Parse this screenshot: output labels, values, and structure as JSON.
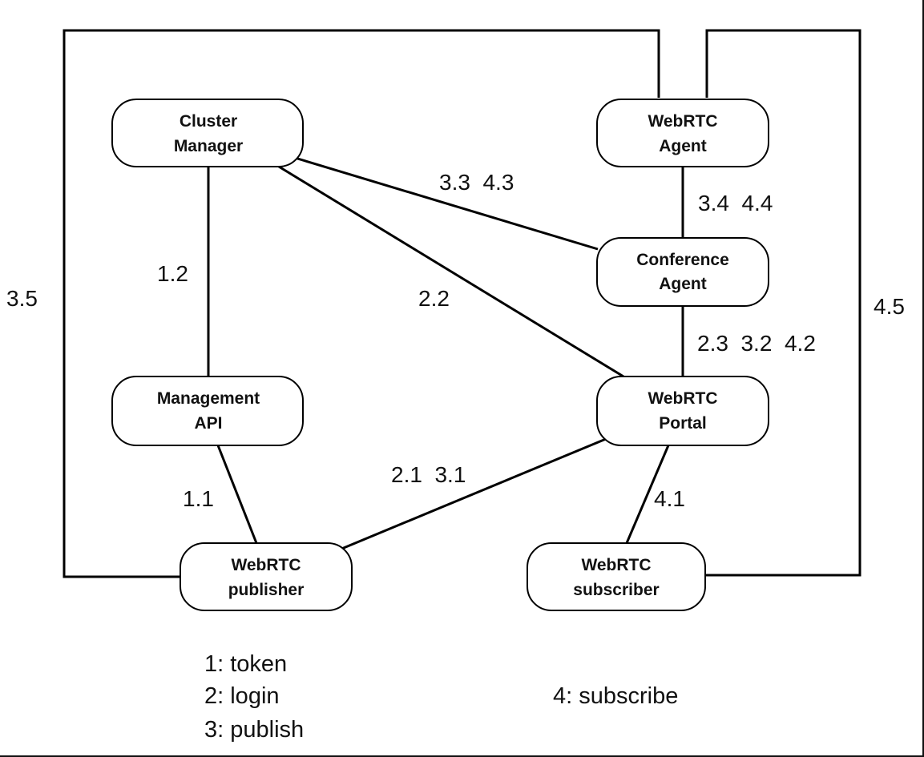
{
  "nodes": {
    "cluster_manager": {
      "line1": "Cluster",
      "line2": "Manager"
    },
    "webrtc_agent": {
      "line1": "WebRTC",
      "line2": "Agent"
    },
    "conference_agent": {
      "line1": "Conference",
      "line2": "Agent"
    },
    "management_api": {
      "line1": "Management",
      "line2": "API"
    },
    "webrtc_portal": {
      "line1": "WebRTC",
      "line2": "Portal"
    },
    "webrtc_publisher": {
      "line1": "WebRTC",
      "line2": "publisher"
    },
    "webrtc_subscriber": {
      "line1": "WebRTC",
      "line2": "subscriber"
    }
  },
  "edge_labels": {
    "cm_conf": "3.3  4.3",
    "agent_conf": "3.4  4.4",
    "cm_api": "1.2",
    "cm_portal": "2.2",
    "left_loop": "3.5",
    "right_loop": "4.5",
    "conf_portal": "2.3  3.2  4.2",
    "portal_pub": "2.1  3.1",
    "api_pub": "1.1",
    "portal_sub": "4.1"
  },
  "legend": {
    "l1": "1: token",
    "l2": "2: login",
    "l3": "3: publish",
    "l4": "4: subscribe"
  }
}
